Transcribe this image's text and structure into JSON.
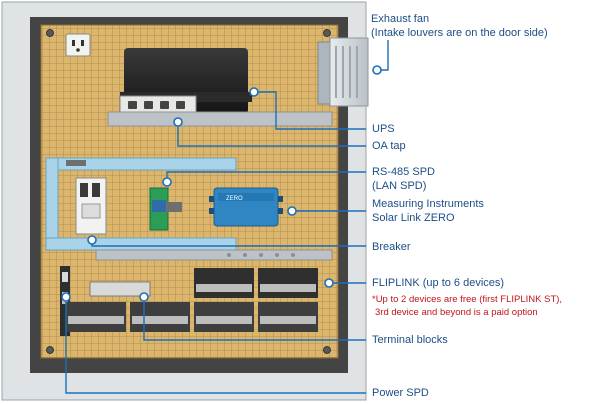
{
  "labels": {
    "exhaust_fan": "Exhaust fan",
    "exhaust_fan_note": "(Intake louvers are on the door side)",
    "ups": "UPS",
    "oa_tap": "OA tap",
    "rs485_spd": "RS-485 SPD",
    "rs485_spd_note": "(LAN SPD)",
    "measuring_instruments": "Measuring Instruments",
    "solar_link_zero": "Solar Link ZERO",
    "breaker": "Breaker",
    "fliplink": "FLIPLINK (up to 6 devices)",
    "fliplink_note_1": "*Up to 2 devices are free (first FLIPLINK ST),",
    "fliplink_note_2": "3rd device and beyond is a paid option",
    "terminal_blocks": "Terminal blocks",
    "power_spd": "Power SPD"
  },
  "device_logo_text": "ZERO",
  "colors": {
    "callout": "#1d6fb8",
    "label_text": "#1d4e86",
    "note_text": "#c0161e",
    "board": "#d8b46a",
    "cabinet": "#dfe3e6",
    "frame": "#444444"
  }
}
